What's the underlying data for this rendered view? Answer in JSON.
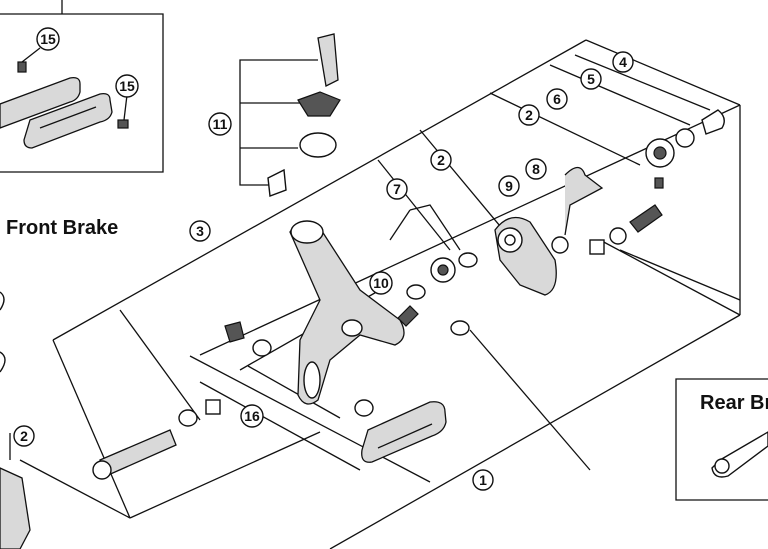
{
  "labels": {
    "front_brake": "Front Brake",
    "rear_brake": "Rear Br"
  },
  "callouts": {
    "n1": "1",
    "n2a": "2",
    "n2b": "2",
    "n2c": "2",
    "n3": "3",
    "n4": "4",
    "n5": "5",
    "n6": "6",
    "n7": "7",
    "n8": "8",
    "n9": "9",
    "n10": "10",
    "n11": "11",
    "n15a": "15",
    "n15b": "15",
    "n16": "16"
  },
  "colors": {
    "line": "#111111",
    "fill": "#ffffff",
    "shade": "#d9d9d9"
  }
}
